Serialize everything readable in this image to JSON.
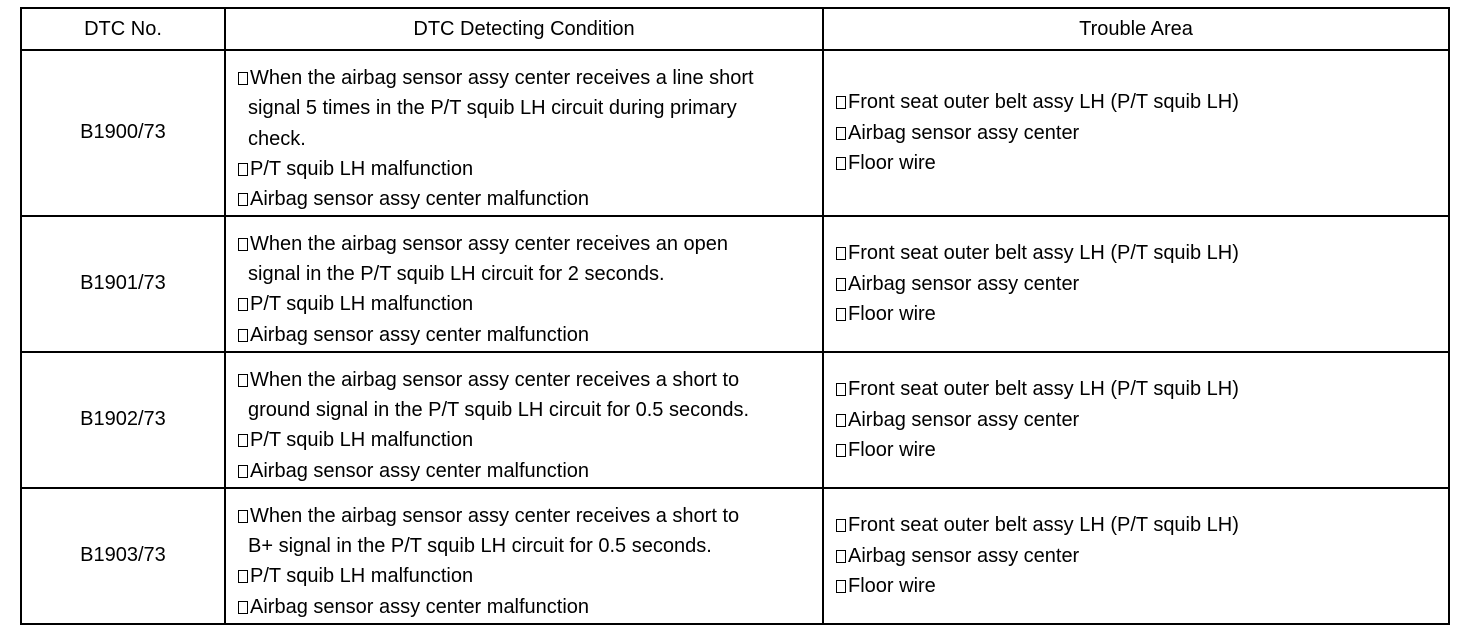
{
  "header": {
    "dtc_no": "DTC No.",
    "condition": "DTC Detecting Condition",
    "trouble_area": "Trouble Area"
  },
  "rows": [
    {
      "dtc": "B1900/73",
      "condition_lines": [
        {
          "bullet": true,
          "text": "When the airbag sensor assy center receives a line short"
        },
        {
          "bullet": false,
          "text": "signal 5 times in the P/T squib LH circuit during primary"
        },
        {
          "bullet": false,
          "text": "check."
        },
        {
          "bullet": true,
          "text": "P/T squib LH malfunction"
        },
        {
          "bullet": true,
          "text": "Airbag sensor assy center malfunction"
        }
      ],
      "trouble_area": [
        "Front seat outer belt assy LH (P/T squib LH)",
        "Airbag sensor assy center",
        "Floor wire"
      ]
    },
    {
      "dtc": "B1901/73",
      "condition_lines": [
        {
          "bullet": true,
          "text": "When the airbag sensor assy center receives an open"
        },
        {
          "bullet": false,
          "text": "signal in the P/T squib LH circuit for 2 seconds."
        },
        {
          "bullet": true,
          "text": "P/T squib LH malfunction"
        },
        {
          "bullet": true,
          "text": "Airbag sensor assy center malfunction"
        }
      ],
      "trouble_area": [
        "Front seat outer belt assy LH (P/T squib LH)",
        "Airbag sensor assy center",
        "Floor wire"
      ]
    },
    {
      "dtc": "B1902/73",
      "condition_lines": [
        {
          "bullet": true,
          "text": "When the airbag sensor assy center receives a short to"
        },
        {
          "bullet": false,
          "text": "ground signal in the P/T squib LH circuit for 0.5 seconds."
        },
        {
          "bullet": true,
          "text": "P/T squib LH malfunction"
        },
        {
          "bullet": true,
          "text": "Airbag sensor assy center malfunction"
        }
      ],
      "trouble_area": [
        "Front seat outer belt assy LH (P/T squib LH)",
        "Airbag sensor assy center",
        "Floor wire"
      ]
    },
    {
      "dtc": "B1903/73",
      "condition_lines": [
        {
          "bullet": true,
          "text": "When the airbag sensor assy center receives a short to"
        },
        {
          "bullet": false,
          "text": "B+ signal in the P/T squib LH circuit for 0.5 seconds."
        },
        {
          "bullet": true,
          "text": "P/T squib LH malfunction"
        },
        {
          "bullet": true,
          "text": "Airbag sensor assy center malfunction"
        }
      ],
      "trouble_area": [
        "Front seat outer belt assy LH (P/T squib LH)",
        "Airbag sensor assy center",
        "Floor wire"
      ]
    }
  ]
}
